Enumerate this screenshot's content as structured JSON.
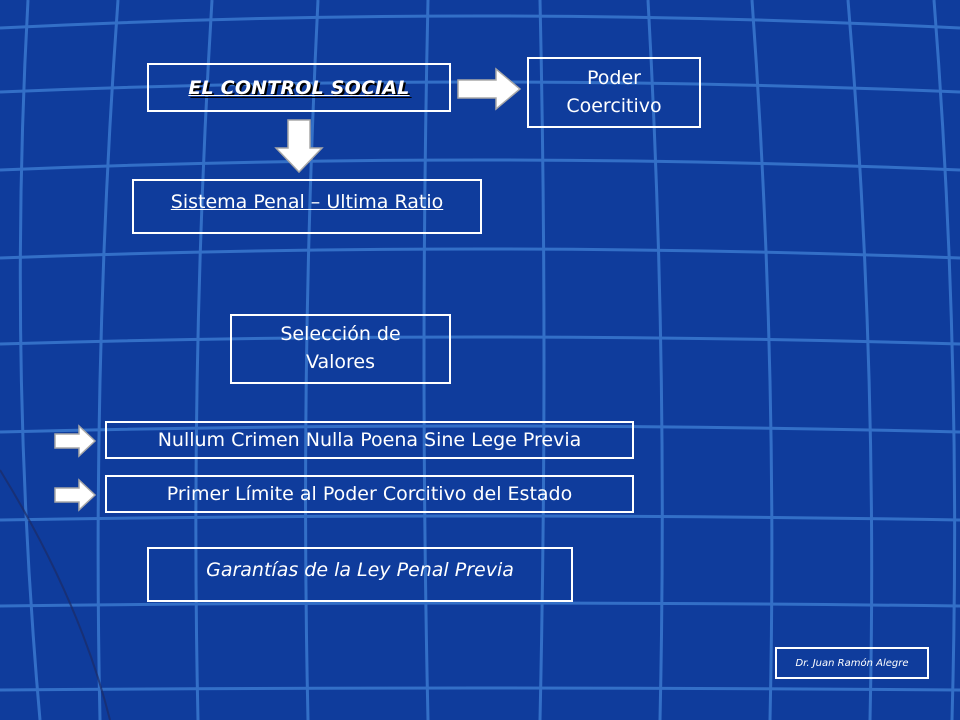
{
  "slide": {
    "background_color": "#0f3c9c",
    "grid_color": "#3a78cf",
    "text_color": "#ffffff"
  },
  "boxes": {
    "control_social": "EL CONTROL SOCIAL",
    "poder_coercitivo": [
      "Poder",
      "Coercitivo"
    ],
    "sistema_penal": "Sistema Penal – Ultima Ratio",
    "seleccion_valores": [
      "Selección de",
      "Valores"
    ],
    "nullum_crimen": "Nullum Crimen Nulla Poena Sine Lege Previa",
    "primer_limite": "Primer Límite al Poder Corcitivo del Estado",
    "garantias": "Garantías de la Ley Penal Previa"
  },
  "footer": {
    "author": "Dr. Juan Ramón Alegre"
  },
  "icons": {
    "arrow_right": "arrow-right-icon",
    "arrow_down": "arrow-down-icon"
  }
}
